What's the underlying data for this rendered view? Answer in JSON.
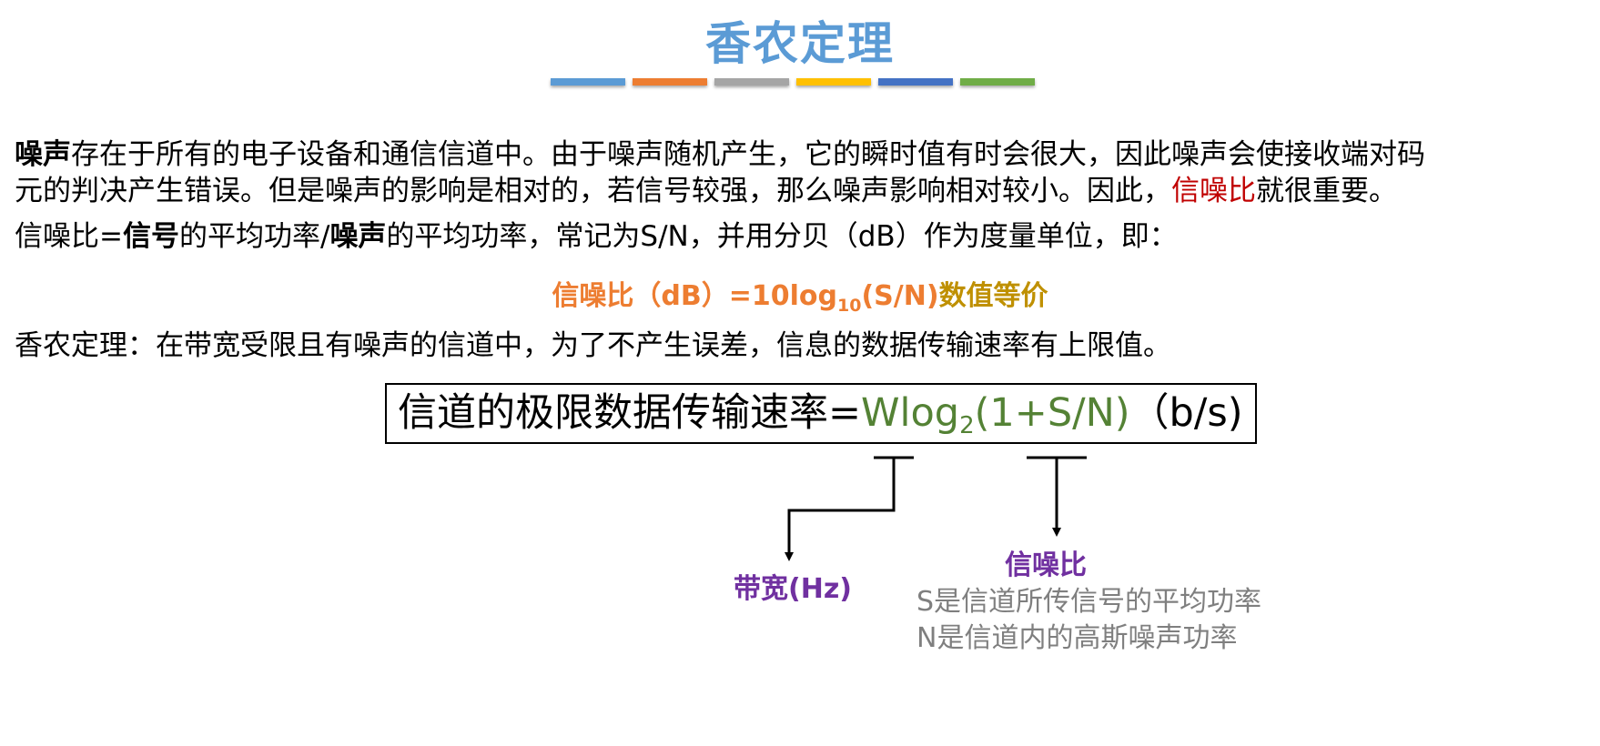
{
  "title": "香农定理",
  "colors": {
    "title": "#5b9bd5",
    "bars": [
      "#5b9bd5",
      "#ed7d31",
      "#a5a5a5",
      "#ffc000",
      "#4472c4",
      "#70ad47"
    ],
    "red": "#c00000",
    "orange": "#ed7d31",
    "gold": "#bf9000",
    "green": "#548235",
    "purple": "#7030a0",
    "gray": "#7f7f7f"
  },
  "para1": {
    "bold_lead": "噪声",
    "text1": "存在于所有的电子设备和通信信道中。由于噪声随机产生，它的瞬时值有时会很大，因此噪声会使接收端对码",
    "text2": "元的判决产生错误。但是噪声的影响是相对的，若信号较强，那么噪声影响相对较小。因此，",
    "highlight": "信噪比",
    "text3": "就很重要。"
  },
  "para2": {
    "t1": "信噪比=",
    "b1": "信号",
    "t2": "的平均功率/",
    "b2": "噪声",
    "t3": "的平均功率，常记为S/N，并用分贝（dB）作为度量单位，即："
  },
  "formula1": {
    "main": "信噪比（dB）=10log",
    "sub": "10",
    "tail": "(S/N)",
    "suffix": "数值等价"
  },
  "para3": "香农定理：在带宽受限且有噪声的信道中，为了不产生误差，信息的数据传输速率有上限值。",
  "capacity": {
    "lhs": "信道的极限数据传输速率=",
    "w": "Wlog",
    "sub": "2",
    "rest": "(1+S/N)",
    "unit": "（b/s)"
  },
  "labels": {
    "bandwidth": "带宽(Hz)",
    "snr": "信噪比",
    "s_desc": "S是信道所传信号的平均功率",
    "n_desc": "N是信道内的高斯噪声功率"
  }
}
